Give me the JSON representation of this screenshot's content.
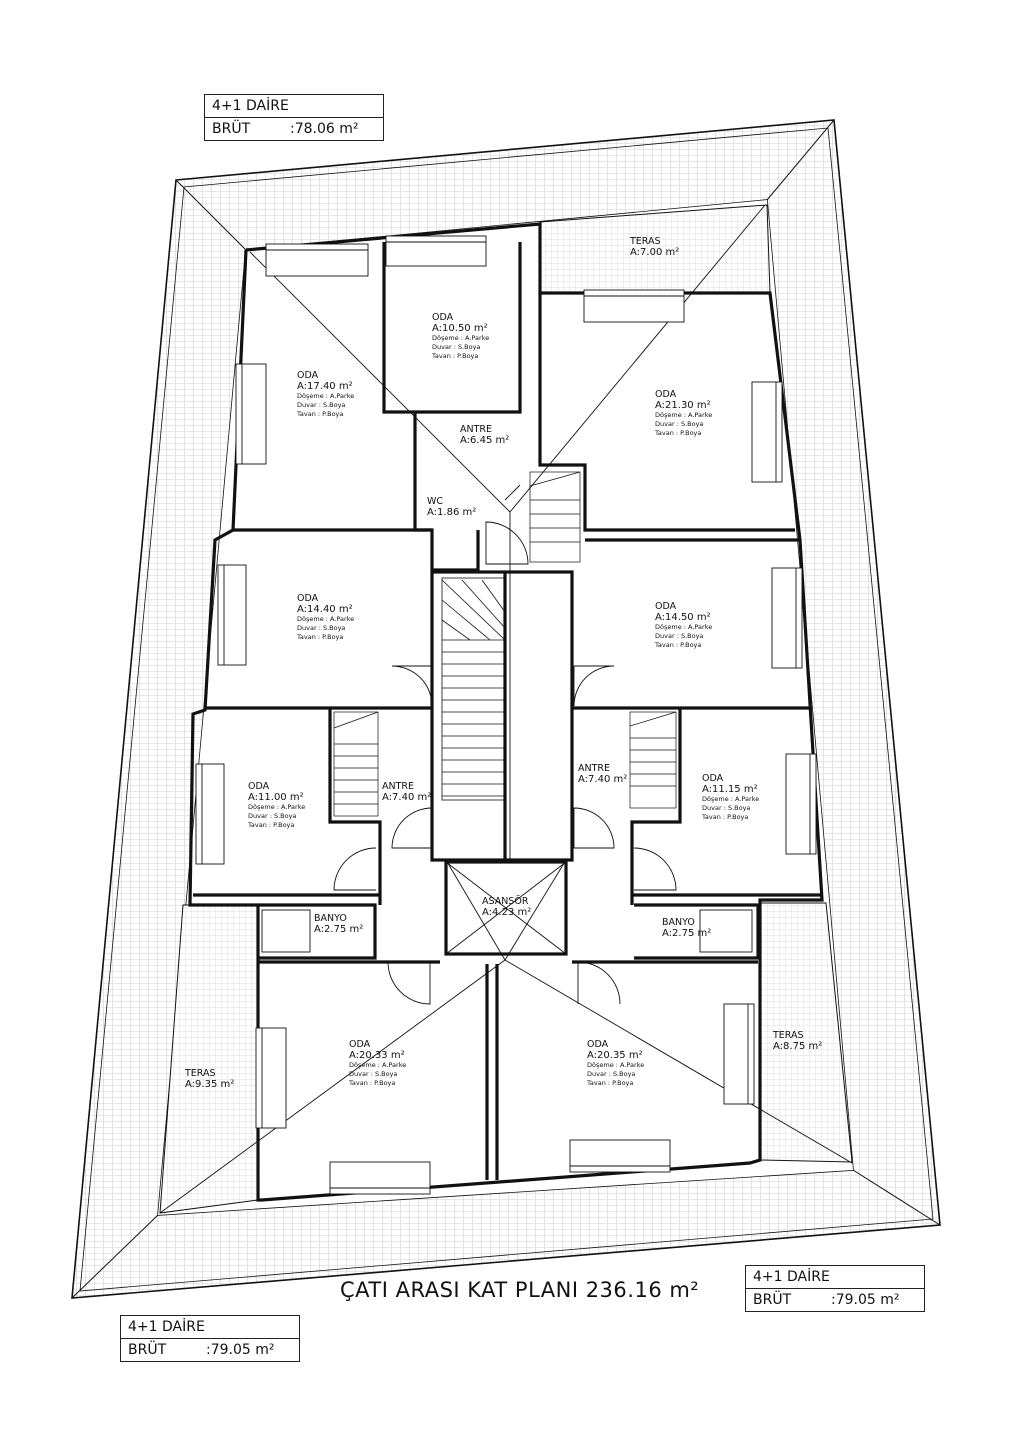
{
  "title": "ÇATI ARASI KAT PLANI 236.16 m²",
  "units": [
    {
      "type": "4+1 DAİRE",
      "brut_label": "BRÜT",
      "brut_value": ":78.06 m²"
    },
    {
      "type": "4+1 DAİRE",
      "brut_label": "BRÜT",
      "brut_value": ":79.05 m²"
    },
    {
      "type": "4+1 DAİRE",
      "brut_label": "BRÜT",
      "brut_value": ":79.05 m²"
    }
  ],
  "spec": {
    "floor": "Döşeme : A.Parke",
    "wall": "Duvar    : S.Boya",
    "ceiling": "Tavan    : P.Boya"
  },
  "rooms": [
    {
      "name": "TERAS",
      "area": "A:7.00 m²"
    },
    {
      "name": "ODA",
      "area": "A:10.50 m²"
    },
    {
      "name": "ODA",
      "area": "A:17.40 m²"
    },
    {
      "name": "ODA",
      "area": "A:21.30 m²"
    },
    {
      "name": "ANTRE",
      "area": "A:6.45 m²"
    },
    {
      "name": "WC",
      "area": "A:1.86 m²"
    },
    {
      "name": "ODA",
      "area": "A:14.40 m²"
    },
    {
      "name": "ODA",
      "area": "A:14.50 m²"
    },
    {
      "name": "ODA",
      "area": "A:11.00 m²"
    },
    {
      "name": "ANTRE",
      "area": "A:7.40 m²"
    },
    {
      "name": "ANTRE",
      "area": "A:7.40 m²"
    },
    {
      "name": "ODA",
      "area": "A:11.15 m²"
    },
    {
      "name": "ASANSÖR",
      "area": "A:4.23 m²"
    },
    {
      "name": "BANYO",
      "area": "A:2.75 m²"
    },
    {
      "name": "BANYO",
      "area": "A:2.75 m²"
    },
    {
      "name": "ODA",
      "area": "A:20.33 m²"
    },
    {
      "name": "ODA",
      "area": "A:20.35 m²"
    },
    {
      "name": "TERAS",
      "area": "A:9.35 m²"
    },
    {
      "name": "TERAS",
      "area": "A:8.75 m²"
    }
  ]
}
